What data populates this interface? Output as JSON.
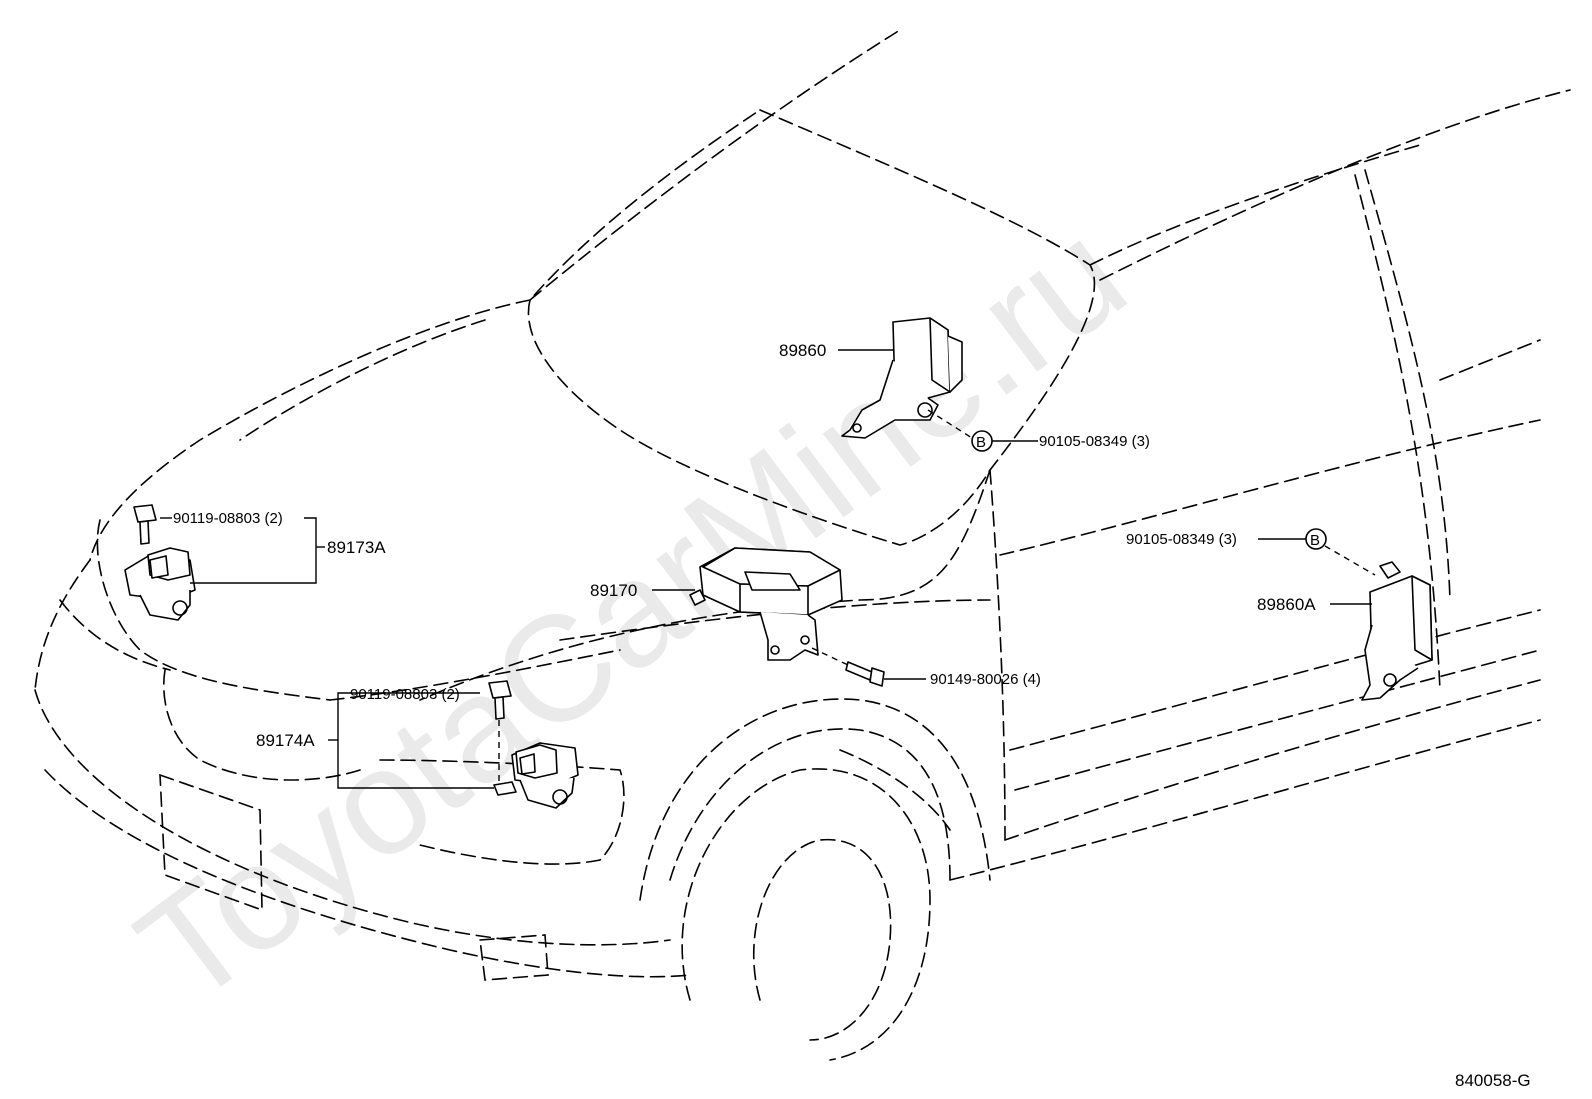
{
  "watermark": "ToyotaCarMine.ru",
  "diagram_code": "840058-G",
  "ref_marker": "B",
  "parts": {
    "p89860": "89860",
    "p89860A": "89860A",
    "p89170": "89170",
    "p89173A": "89173A",
    "p89174A": "89174A",
    "bolt_a": "90119-08803 (2)",
    "bolt_b": "90119-08803 (2)",
    "nut_b1": "90105-08349 (3)",
    "nut_b2": "90105-08349 (3)",
    "screw": "90149-80026 (4)"
  }
}
